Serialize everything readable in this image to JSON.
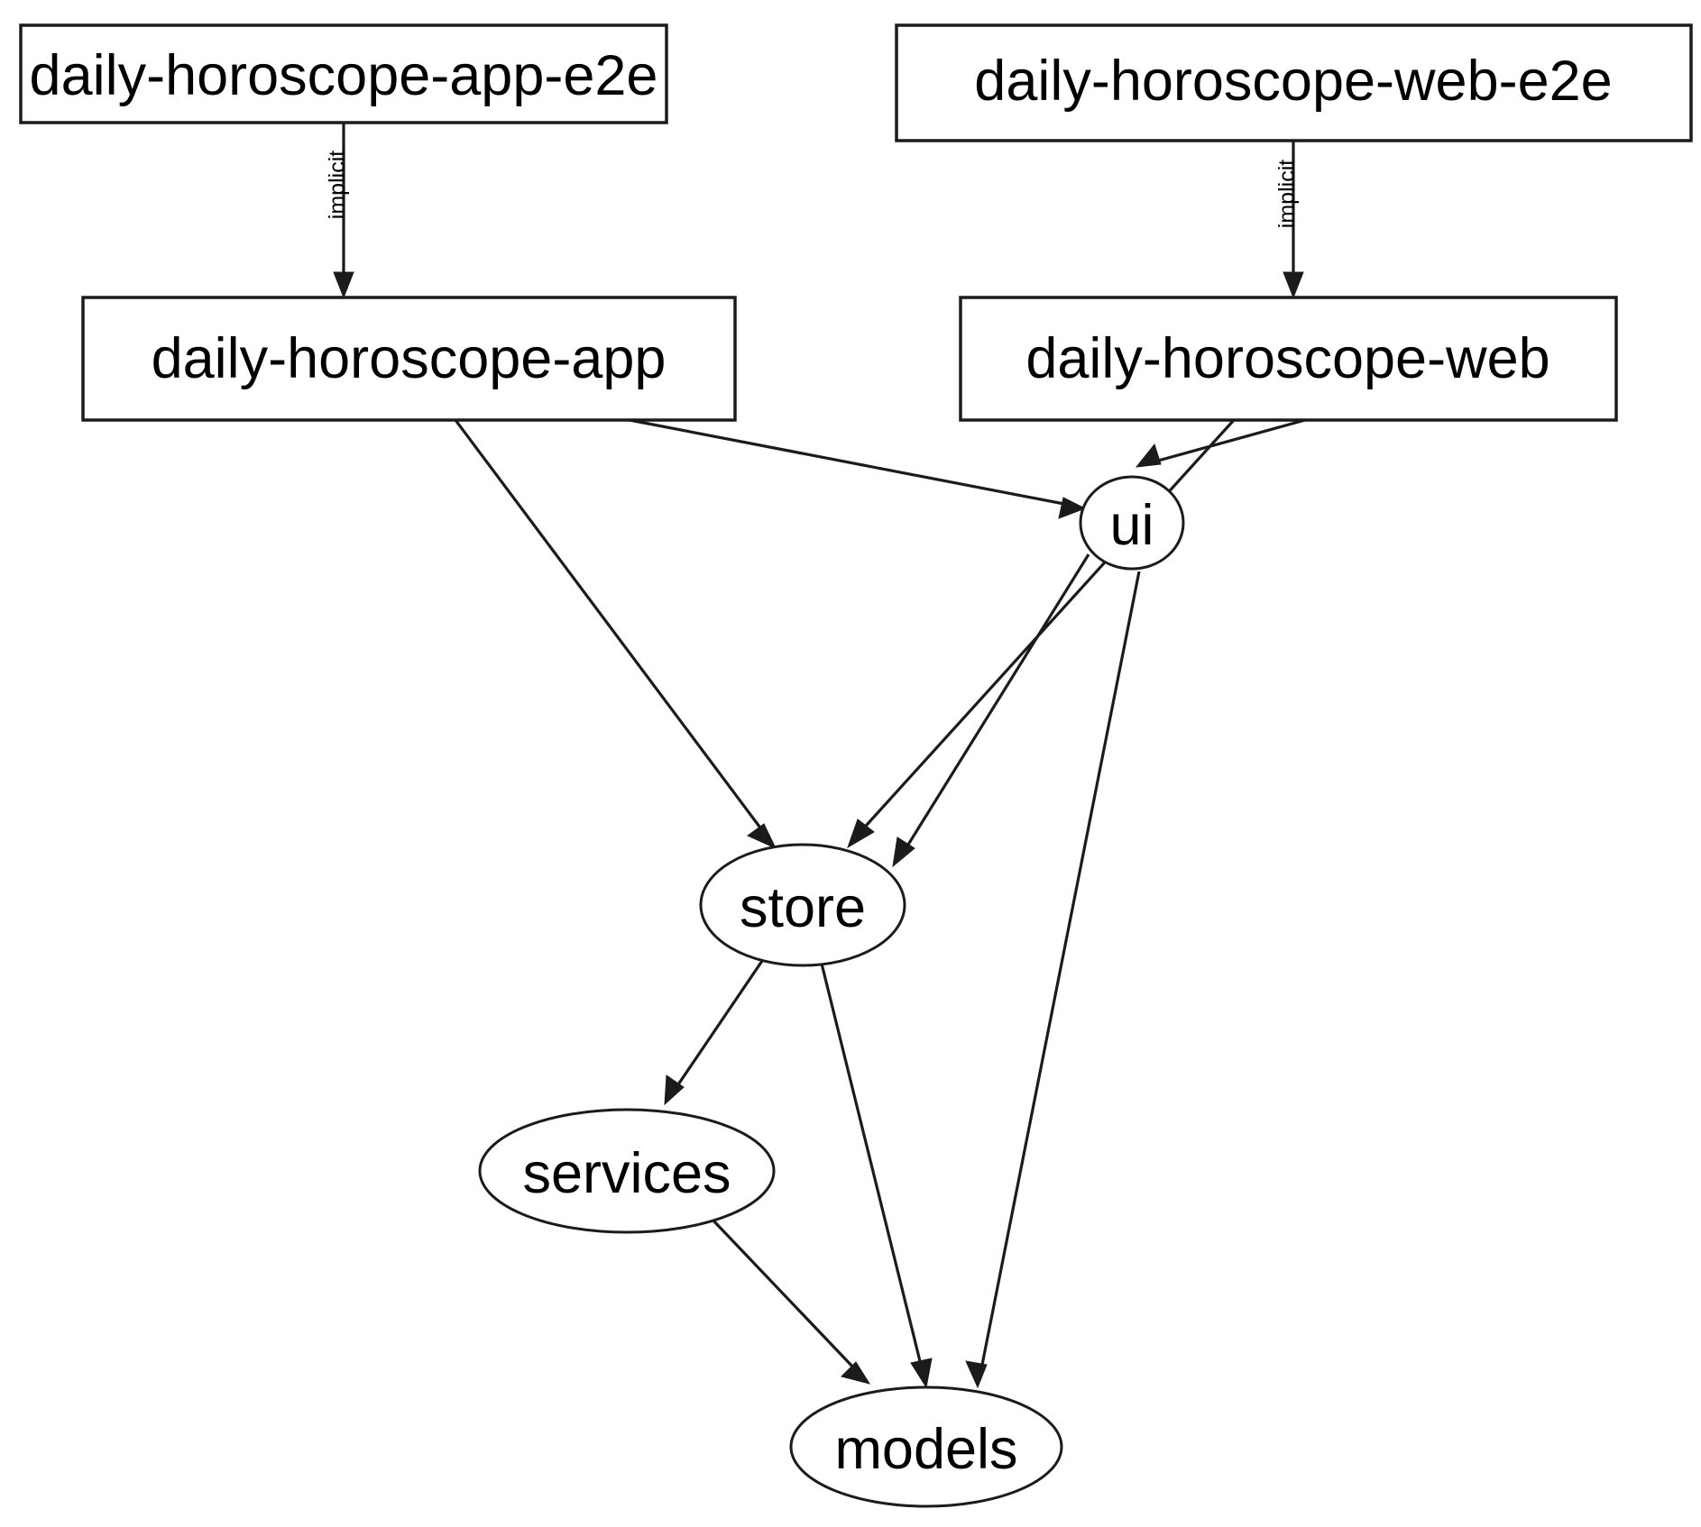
{
  "diagram": {
    "type": "dependency-graph",
    "background_color": "#ffffff",
    "stroke_color": "#1b1b1b",
    "text_color": "#000000",
    "nodes": [
      {
        "id": "daily-horoscope-app-e2e",
        "label": "daily-horoscope-app-e2e",
        "shape": "rectangle"
      },
      {
        "id": "daily-horoscope-web-e2e",
        "label": "daily-horoscope-web-e2e",
        "shape": "rectangle"
      },
      {
        "id": "daily-horoscope-app",
        "label": "daily-horoscope-app",
        "shape": "rectangle"
      },
      {
        "id": "daily-horoscope-web",
        "label": "daily-horoscope-web",
        "shape": "rectangle"
      },
      {
        "id": "ui",
        "label": "ui",
        "shape": "ellipse"
      },
      {
        "id": "store",
        "label": "store",
        "shape": "ellipse"
      },
      {
        "id": "services",
        "label": "services",
        "shape": "ellipse"
      },
      {
        "id": "models",
        "label": "models",
        "shape": "ellipse"
      }
    ],
    "edges": [
      {
        "from": "daily-horoscope-app-e2e",
        "to": "daily-horoscope-app",
        "label": "implicit"
      },
      {
        "from": "daily-horoscope-web-e2e",
        "to": "daily-horoscope-web",
        "label": "implicit"
      },
      {
        "from": "daily-horoscope-app",
        "to": "store",
        "label": ""
      },
      {
        "from": "daily-horoscope-app",
        "to": "ui",
        "label": ""
      },
      {
        "from": "daily-horoscope-web",
        "to": "store",
        "label": ""
      },
      {
        "from": "daily-horoscope-web",
        "to": "ui",
        "label": ""
      },
      {
        "from": "ui",
        "to": "store",
        "label": ""
      },
      {
        "from": "ui",
        "to": "models",
        "label": ""
      },
      {
        "from": "store",
        "to": "services",
        "label": ""
      },
      {
        "from": "store",
        "to": "models",
        "label": ""
      },
      {
        "from": "services",
        "to": "models",
        "label": ""
      }
    ],
    "edge_labels": {
      "app_e2e_to_app": "implicit",
      "web_e2e_to_web": "implicit"
    }
  }
}
